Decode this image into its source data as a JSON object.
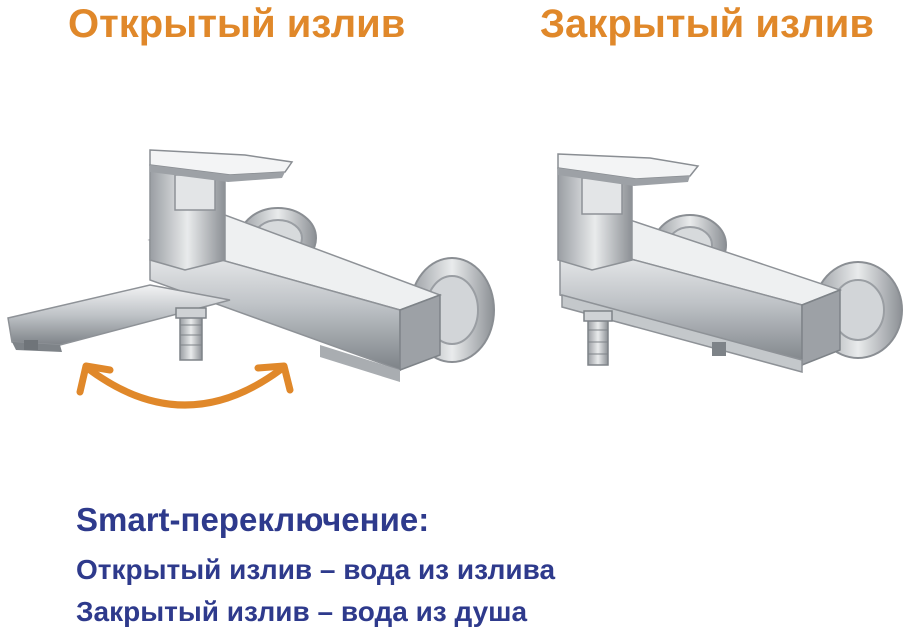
{
  "titles": {
    "open": "Открытый излив",
    "closed": "Закрытый излив"
  },
  "captions": {
    "heading": "Smart-переключение:",
    "line1": "Открытый излив – вода из излива",
    "line2": "Закрытый излив – вода из душа"
  },
  "colors": {
    "accent_orange": "#E0882A",
    "caption_blue": "#2E3A8C",
    "chrome_light": "#E4E6E8",
    "chrome_mid": "#B9BDC1",
    "chrome_dark": "#7E8388"
  },
  "icons": {
    "arrow": "curved-double-arrow-icon"
  }
}
